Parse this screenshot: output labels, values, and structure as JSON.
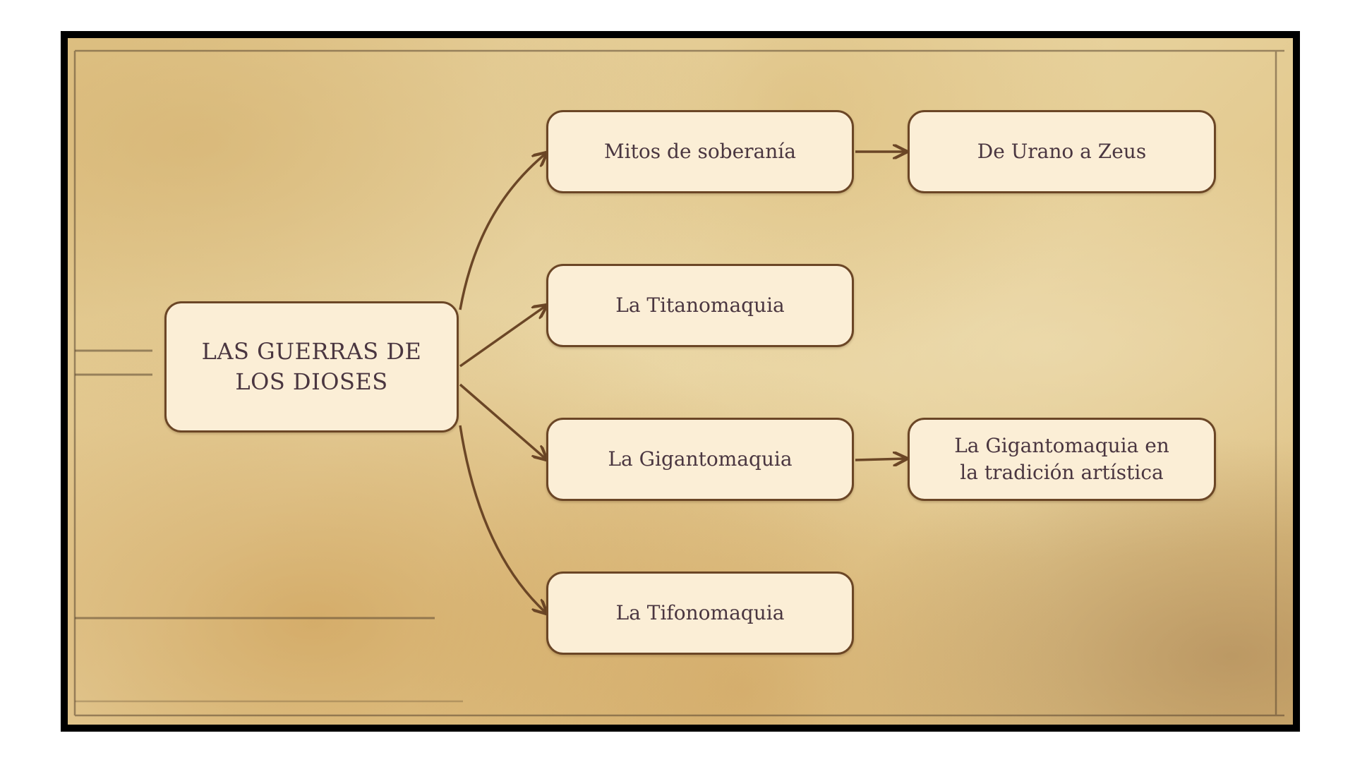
{
  "diagram": {
    "root": "LAS GUERRAS DE\nLOS DIOSES",
    "branches": [
      {
        "label": "Mitos de soberanía",
        "child": "De Urano a Zeus"
      },
      {
        "label": "La Titanomaquia"
      },
      {
        "label": "La Gigantomaquia",
        "child": "La Gigantomaquia en\nla tradición artística"
      },
      {
        "label": "La Tifonomaquia"
      }
    ]
  },
  "colors": {
    "node_fill": "#fbeed6",
    "node_border": "#6b4626",
    "text": "#4a3640",
    "arrow": "#6b4626"
  }
}
